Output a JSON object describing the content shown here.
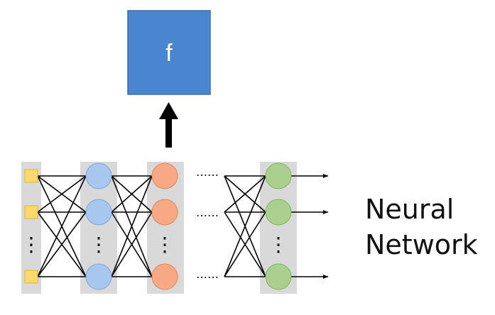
{
  "function_box": {
    "label": "f",
    "color": "#4a86d0",
    "border": "#3a6fb0"
  },
  "caption": {
    "line1": "Neural",
    "line2": "Network"
  },
  "layers": [
    {
      "name": "input",
      "shape": "square",
      "fill": "#fdd86a",
      "stroke": "#e2b33a"
    },
    {
      "name": "hidden-1",
      "shape": "circle",
      "fill": "#a8c7ee",
      "stroke": "#7ea7d8"
    },
    {
      "name": "hidden-2",
      "shape": "circle",
      "fill": "#f6a982",
      "stroke": "#e5865a"
    },
    {
      "name": "output",
      "shape": "circle",
      "fill": "#a9d08e",
      "stroke": "#7fb560"
    }
  ],
  "column_color": "#d9d9d9",
  "ellipsis": {
    "vertical": "⋮",
    "horizontal": "……"
  }
}
